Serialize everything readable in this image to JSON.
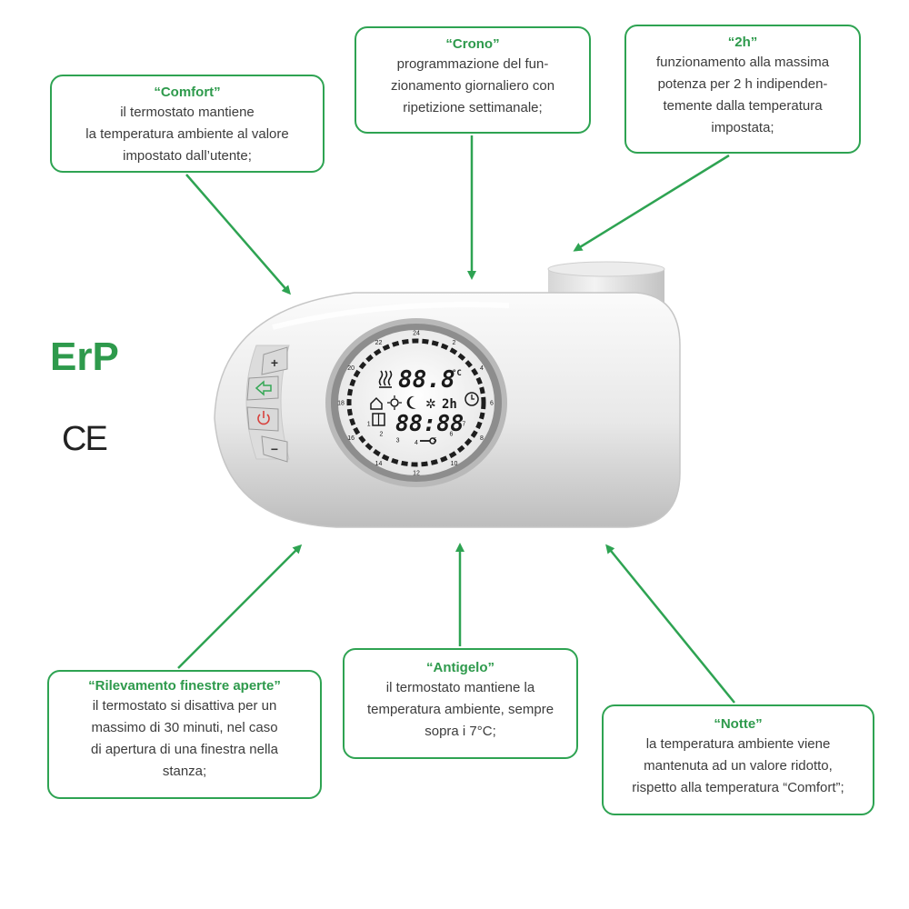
{
  "logos": {
    "erp": "ErP",
    "ce": "CE"
  },
  "callouts": {
    "comfort": {
      "title": "“Comfort”",
      "text": "il termostato mantiene\nla temperatura ambiente al valore\nimpostato dall’utente;"
    },
    "crono": {
      "title": "“Crono”",
      "text": "programmazione del fun-\nzionamento giornaliero con\nripetizione settimanale;"
    },
    "two_h": {
      "title": "“2h”",
      "text": "funzionamento alla massima\npotenza per 2 h indipenden-\ntemente dalla temperatura\nimpostata;"
    },
    "finestre": {
      "title": "“Rilevamento finestre aperte”",
      "text": "il termostato si disattiva per  un\nmassimo di 30 minuti, nel caso\ndi apertura di una finestra nella\nstanza;"
    },
    "antigelo": {
      "title": "“Antigelo”",
      "text": "il termostato mantiene la\ntemperatura ambiente, sempre\nsopra i 7°C;"
    },
    "notte": {
      "title": "“Notte”",
      "text": "la temperatura ambiente viene\nmantenuta ad un valore ridotto,\nrispetto alla temperatura “Comfort”;"
    }
  },
  "device": {
    "buttons": {
      "plus": "+",
      "minus": "−"
    },
    "display": {
      "temperature": "88.8",
      "unit": "°C",
      "time": "88:88",
      "two_h_label": "2h",
      "clock_numbers": [
        "24",
        "22",
        "20",
        "18",
        "16",
        "14",
        "12",
        "10",
        "8",
        "6",
        "4",
        "2"
      ],
      "day_numbers": [
        "1",
        "2",
        "3",
        "4",
        "5",
        "6",
        "7"
      ]
    }
  },
  "colors": {
    "accent": "#2e9a4c",
    "device": "#e9e9e9",
    "lcd": "#f4f4f4"
  }
}
